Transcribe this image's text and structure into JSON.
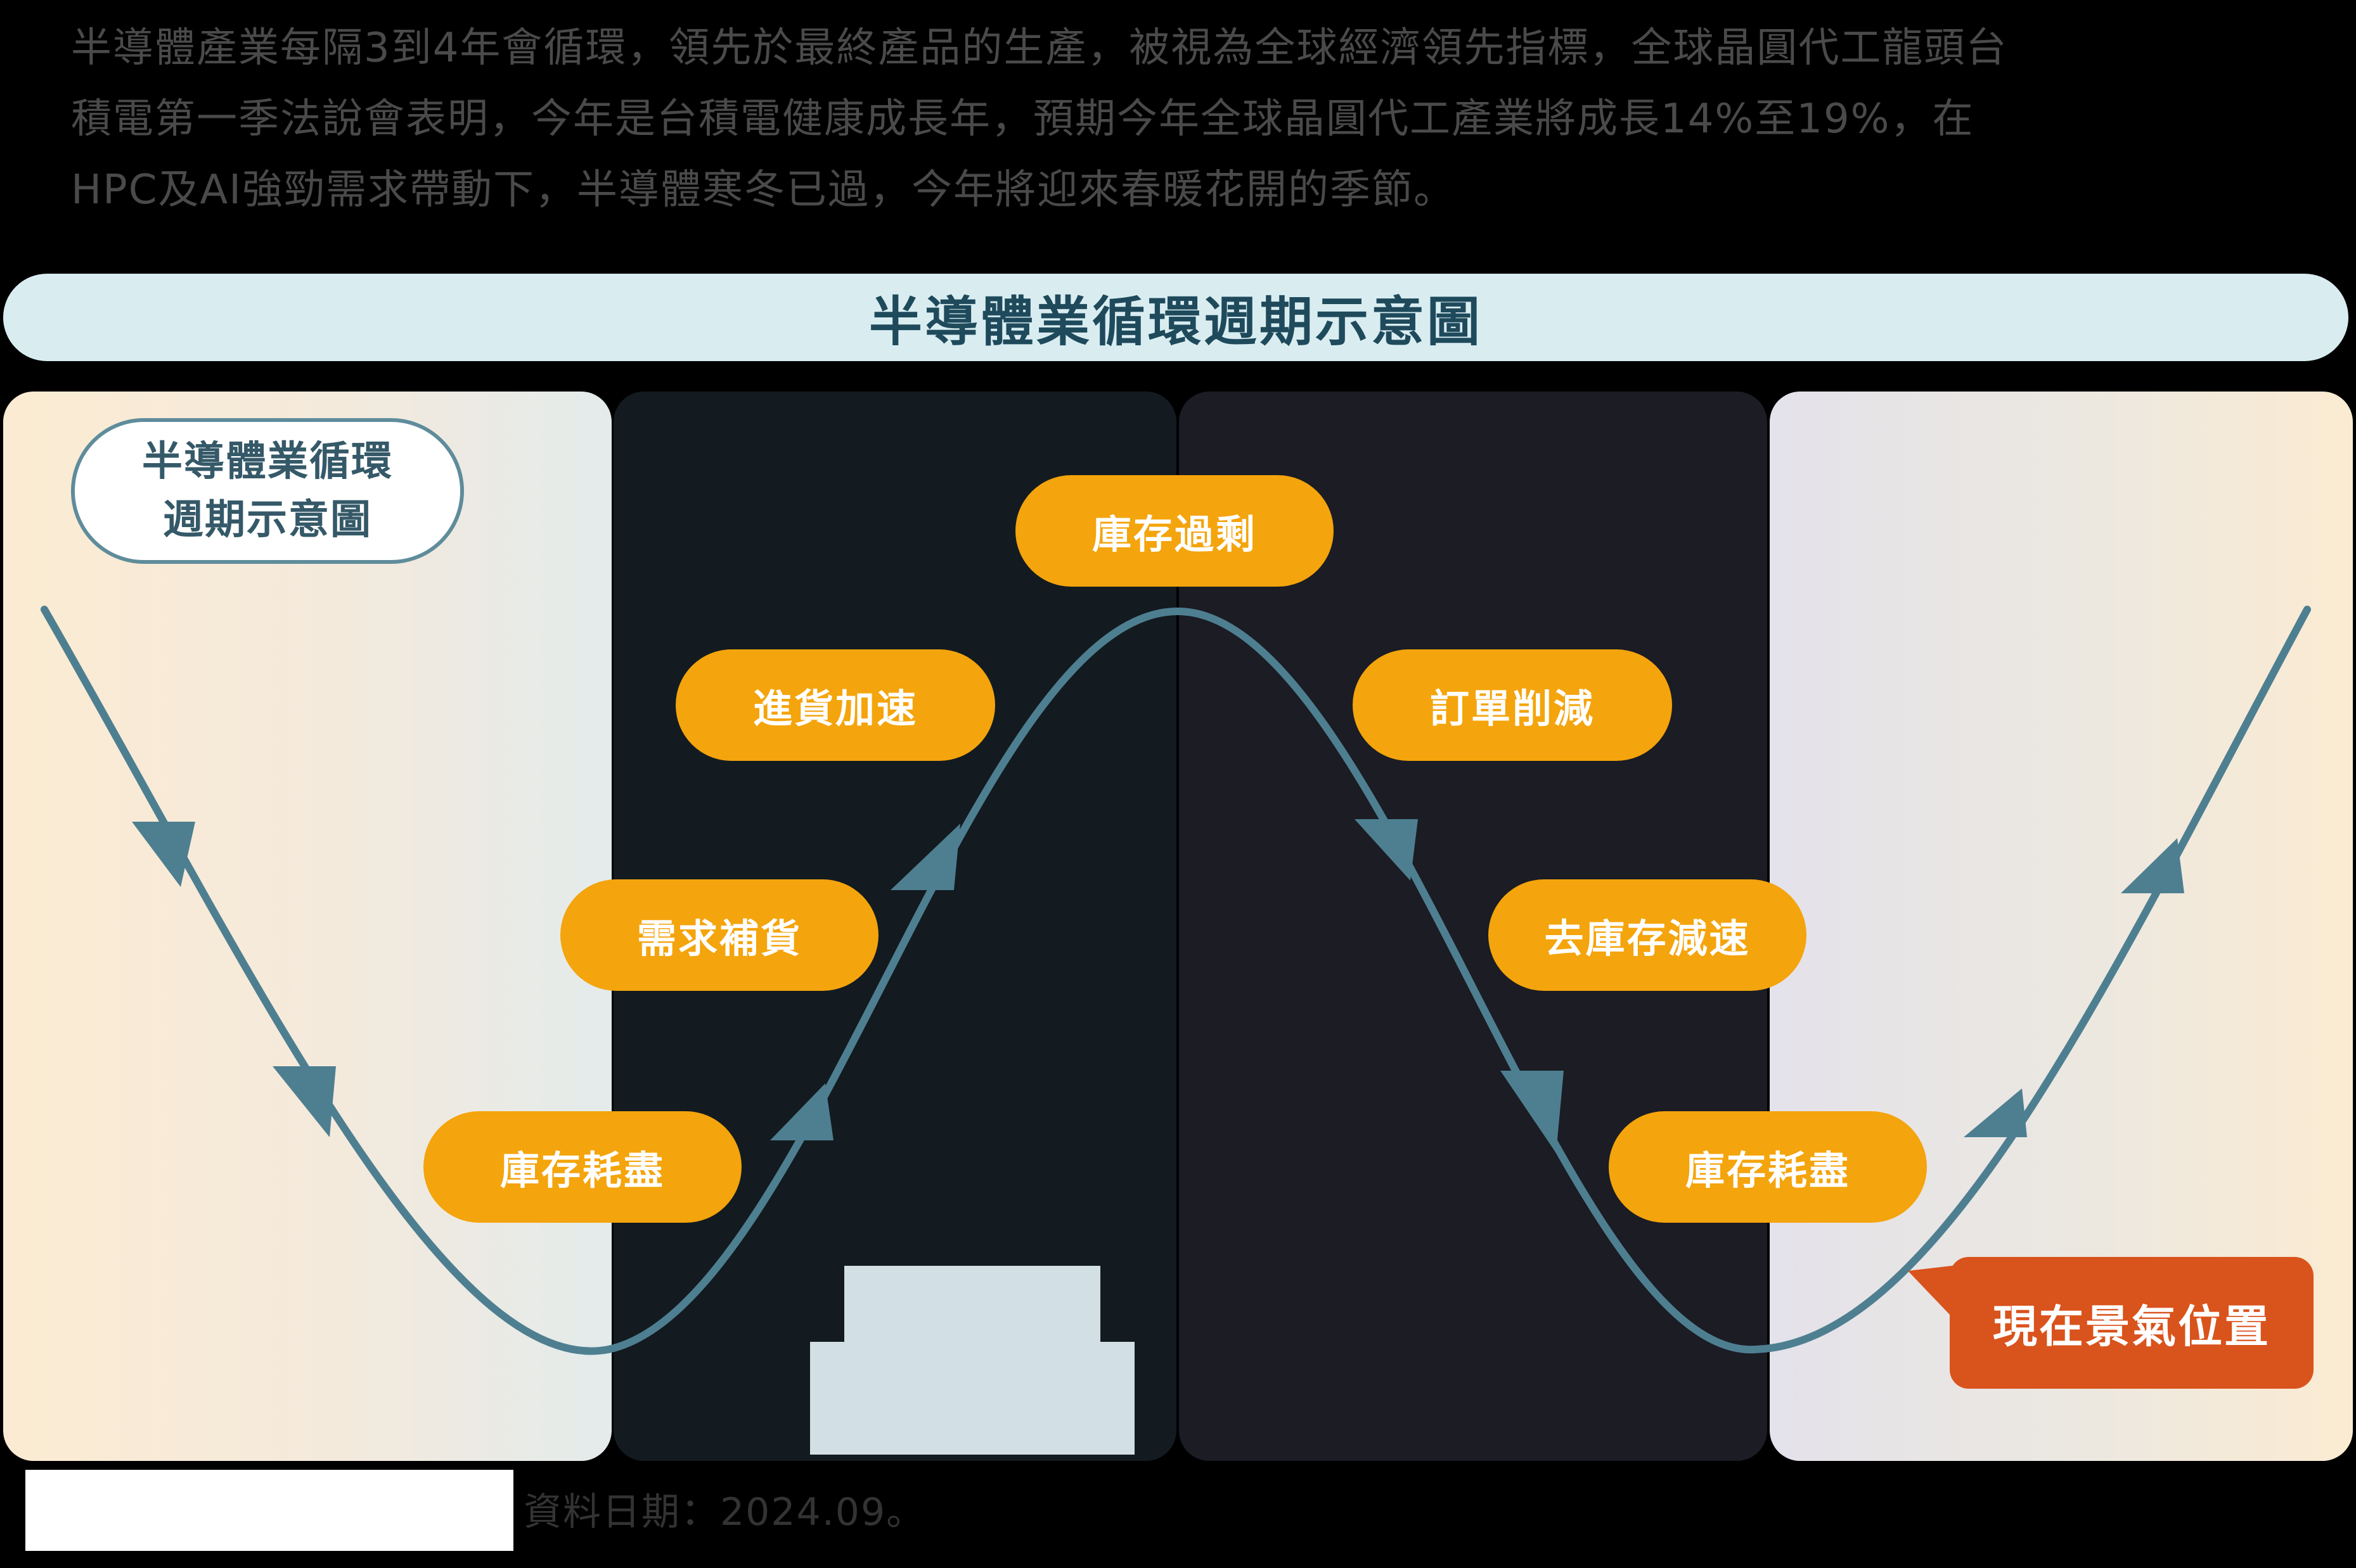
{
  "intro": {
    "line1": "半導體產業每隔3到4年會循環，領先於最終產品的生產，被視為全球經濟領先指標，全球晶圓代工龍頭台",
    "line2": "積電第一季法說會表明，今年是台積電健康成長年，預期今年全球晶圓代工產業將成長14%至19%，在",
    "line3": "HPC及AI強勁需求帶動下，半導體寒冬已過，今年將迎來春暖花開的季節。"
  },
  "diagram": {
    "title": "半導體業循環週期示意圖",
    "bubble_line1": "半導體業循環",
    "bubble_line2": "週期示意圖",
    "stages": {
      "inventory_depleted_1": "庫存耗盡",
      "demand_restock": "需求補貨",
      "purchase_accelerate": "進貨加速",
      "inventory_surplus": "庫存過剩",
      "order_cut": "訂單削減",
      "destock_slowdown": "去庫存減速",
      "inventory_depleted_2": "庫存耗盡"
    },
    "current_position": "現在景氣位置"
  },
  "colors": {
    "curve": "#4e7f91",
    "pill": "#f4a40c",
    "callout": "#d9531c",
    "title_bar": "#d9edf1"
  },
  "footnote": "資料日期：2024.09。"
}
